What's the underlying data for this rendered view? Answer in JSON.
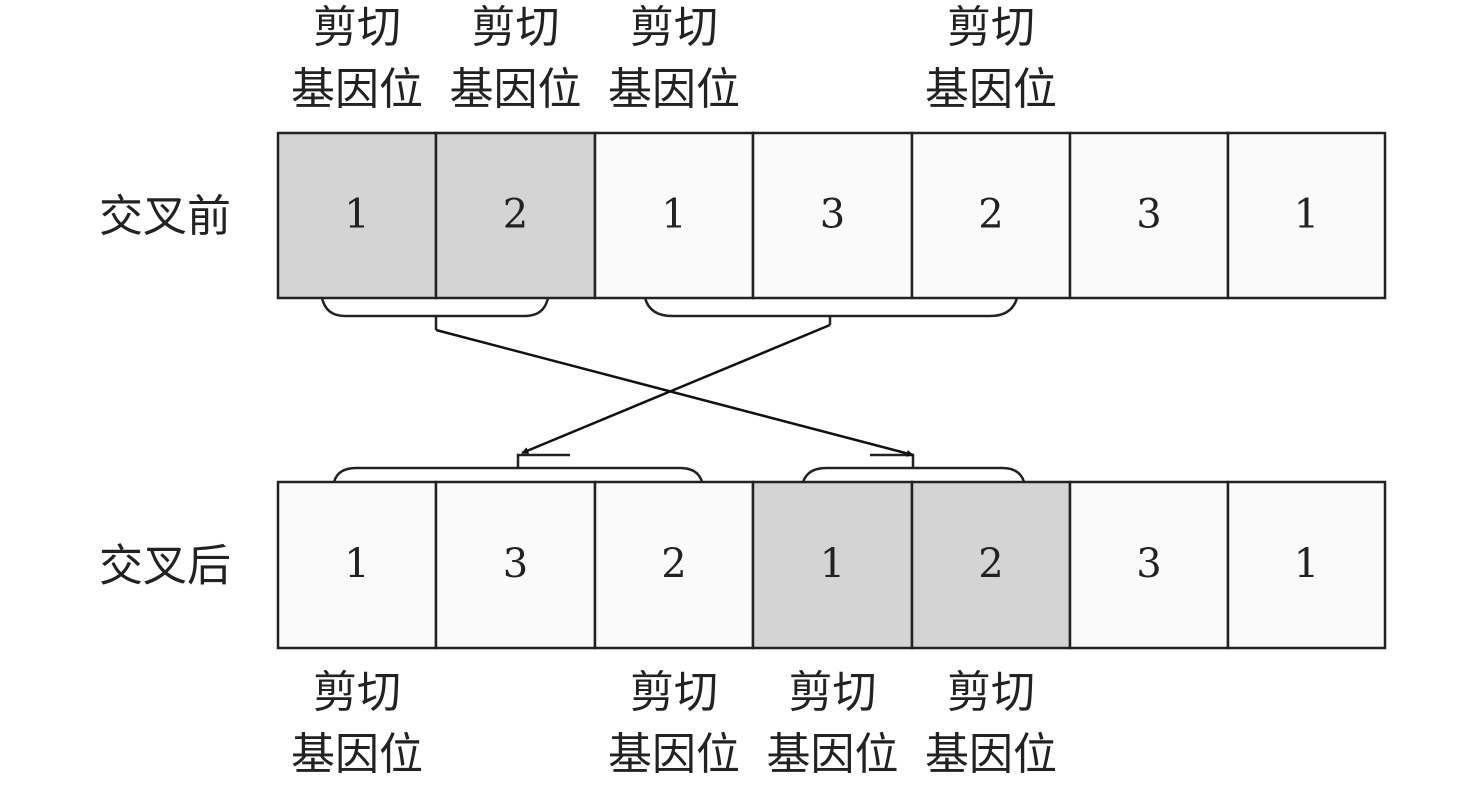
{
  "title": "交叉前后基因位示意",
  "label_line1": "剪切",
  "label_line2": "基因位",
  "colors": {
    "highlight": "#d4d4d4",
    "cell": "#fafafa",
    "stroke": "#222222"
  },
  "rows": [
    {
      "name": "交叉前",
      "values": [
        "1",
        "2",
        "1",
        "3",
        "2",
        "3",
        "1"
      ],
      "highlighted": [
        0,
        1
      ],
      "cut_labels_above": [
        0,
        1,
        2,
        4
      ]
    },
    {
      "name": "交叉后",
      "values": [
        "1",
        "3",
        "2",
        "1",
        "2",
        "3",
        "1"
      ],
      "highlighted": [
        3,
        4
      ],
      "cut_labels_below": [
        0,
        2,
        3,
        4
      ]
    }
  ],
  "segments": {
    "before": [
      [
        0,
        1
      ],
      [
        2,
        4
      ]
    ],
    "after": [
      [
        0,
        2
      ],
      [
        3,
        4
      ]
    ]
  }
}
